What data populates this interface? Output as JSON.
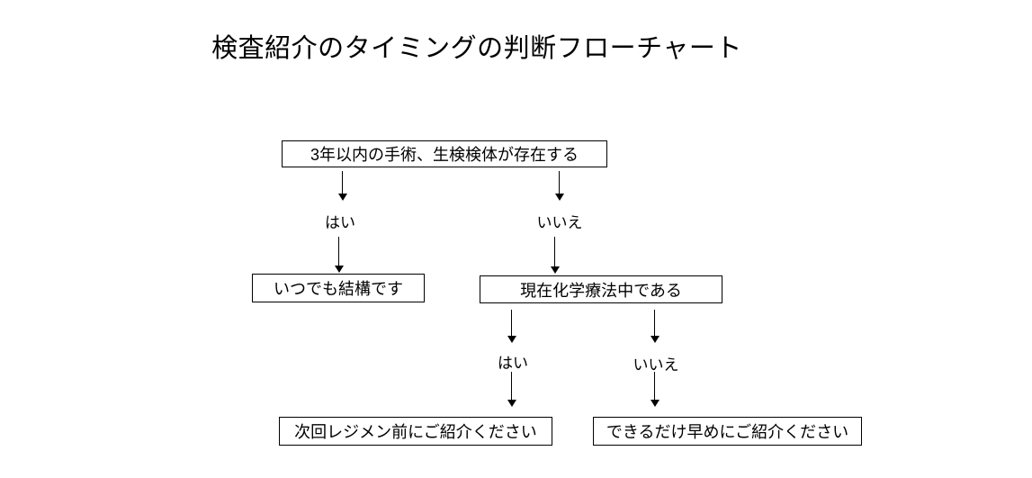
{
  "title": "検査紹介のタイミングの判断フローチャート",
  "colors": {
    "line": "#000000",
    "text": "#000000",
    "background": "#ffffff"
  },
  "flowchart": {
    "nodes": {
      "condition_specimen": "3年以内の手術、生検検体が存在する",
      "result_anytime": "いつでも結構です",
      "condition_chemo": "現在化学療法中である",
      "result_next_regimen": "次回レジメン前にご紹介ください",
      "result_asap": "できるだけ早めにご紹介ください"
    },
    "branch_labels": {
      "q1_yes": "はい",
      "q1_no": "いいえ",
      "q2_yes": "はい",
      "q2_no": "いいえ"
    }
  }
}
